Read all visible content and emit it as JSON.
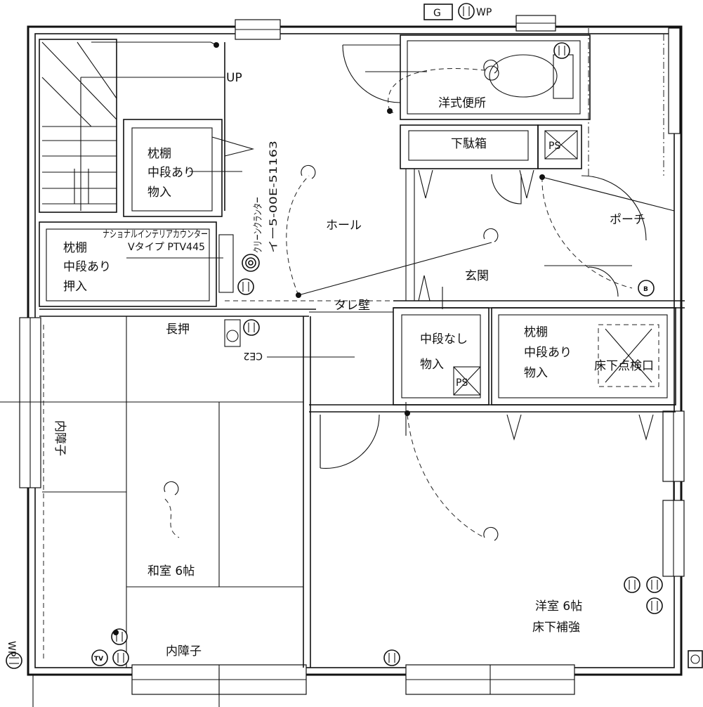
{
  "rooms": {
    "hall": "ホール",
    "entrance": "玄関",
    "porch": "ポーチ",
    "toilet": "洋式便所",
    "shoe_box": "下駄箱",
    "tare_kabe": "タレ壁",
    "long_closet": "長押",
    "washitsu": "和室 6帖",
    "youshitsu_line1": "洋室 6帖",
    "youshitsu_line2": "床下補強",
    "inspection": "床下点検口",
    "up": "UP"
  },
  "storage": {
    "closet_top": [
      "枕棚",
      "中段あり",
      "物入"
    ],
    "closet_left": [
      "枕棚",
      "中段あり",
      "押入"
    ],
    "closet_center": [
      "中段なし",
      "物入"
    ],
    "closet_right": [
      "枕棚",
      "中段あり",
      "物入"
    ]
  },
  "equipment": {
    "counter_line1": "ナショナルインテリアカウンター",
    "counter_line2": "Vタイプ PTV445",
    "cleaner": "クリーンクランター",
    "cleaner_model": "イー5-00E-51163",
    "ce2": "CE2"
  },
  "shoji": {
    "left": "内障子",
    "bottom": "内障子"
  },
  "symbols": {
    "ps": "PS",
    "g": "G",
    "wp": "WP",
    "tv": "TV",
    "b": "B"
  },
  "colors": {
    "line": "#111111",
    "background": "#ffffff"
  }
}
